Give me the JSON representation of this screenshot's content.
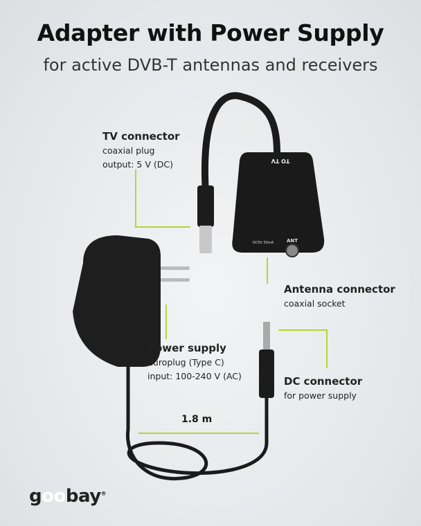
{
  "title": "Adapter with Power Supply",
  "subtitle": "for active DVB-T antennas and receivers",
  "accent_color": "#b7d43a",
  "labels": {
    "tv": {
      "title": "TV connector",
      "line1": "coaxial plug",
      "line2": "output: 5 V (DC)"
    },
    "antenna": {
      "title": "Antenna connector",
      "line1": "coaxial socket"
    },
    "power": {
      "title": "Power supply",
      "line1": "Europlug (Type C)",
      "line2": "input: 100-240 V (AC)"
    },
    "dc": {
      "title": "DC connector",
      "line1": "for power supply"
    }
  },
  "cable_length": "1.8 m",
  "device_markings": {
    "to_tv": "TO TV",
    "dc": "DC5V 50mA",
    "ant": "ANT"
  },
  "logo": {
    "pre": "g",
    "oo": "oo",
    "post": "bay",
    "mark": "®"
  }
}
